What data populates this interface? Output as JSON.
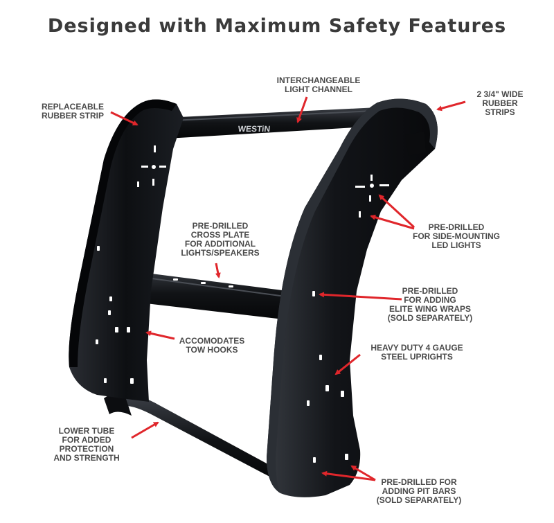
{
  "title": "Designed with Maximum Safety Features",
  "brand_logo": "WESTiN",
  "colors": {
    "arrow": "#e0262b",
    "metal": "#101215",
    "text": "#4a4a4a",
    "title": "#3a3a3a"
  },
  "callouts": {
    "light_channel": [
      "INTERCHANGEABLE",
      "LIGHT CHANNEL"
    ],
    "rubber_strip": [
      "REPLACEABLE",
      "RUBBER STRIP"
    ],
    "wide_strips": [
      "2 3/4\" WIDE",
      "RUBBER",
      "STRIPS"
    ],
    "cross_plate": [
      "PRE-DRILLED",
      "CROSS PLATE",
      "FOR ADDITIONAL",
      "LIGHTS/SPEAKERS"
    ],
    "side_led": [
      "PRE-DRILLED",
      "FOR SIDE-MOUNTING",
      "LED LIGHTS"
    ],
    "wing_wraps": [
      "PRE-DRILLED",
      "FOR ADDING",
      "ELITE WING WRAPS",
      "(SOLD SEPARATELY)"
    ],
    "tow_hooks": [
      "ACCOMODATES",
      "TOW HOOKS"
    ],
    "steel_uprights": [
      "HEAVY DUTY 4 GAUGE",
      "STEEL UPRIGHTS"
    ],
    "lower_tube": [
      "LOWER TUBE",
      "FOR ADDED",
      "PROTECTION",
      "AND STRENGTH"
    ],
    "pit_bars": [
      "PRE-DRILLED FOR",
      "ADDING PIT BARS",
      "(SOLD SEPARATELY)"
    ]
  }
}
